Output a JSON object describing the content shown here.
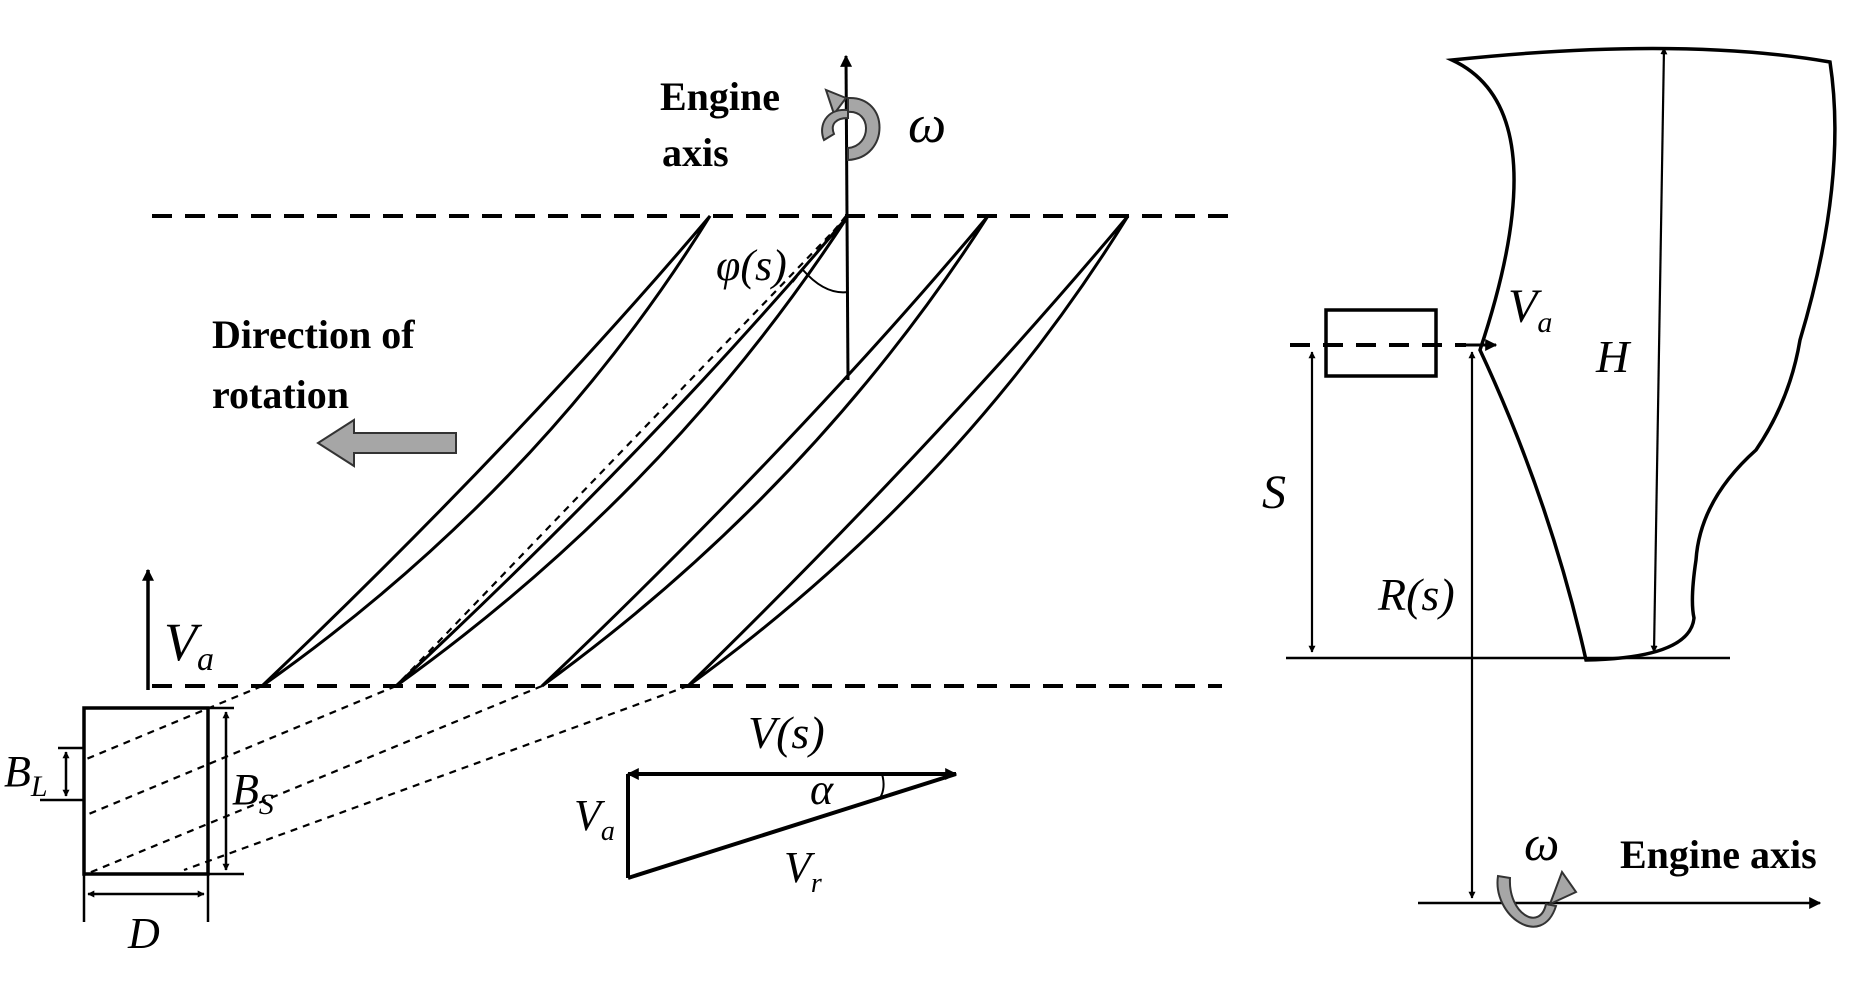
{
  "left_panel": {
    "engine_axis_label_1": "Engine",
    "engine_axis_label_2": "axis",
    "omega": "ω",
    "phi_label": "φ(s)",
    "direction_label_1": "Direction of",
    "direction_label_2": "rotation",
    "va_main": "V",
    "va_main_sub": "a",
    "bl": "B",
    "bl_sub": "L",
    "bs": "B",
    "bs_sub": "S",
    "d": "D",
    "vs_label": "V(s)",
    "alpha": "α",
    "va_triangle": "V",
    "va_triangle_sub": "a",
    "vr": "V",
    "vr_sub": "r"
  },
  "right_panel": {
    "va": "V",
    "va_sub": "a",
    "h": "H",
    "s": "S",
    "rs": "R(s)",
    "omega": "ω",
    "engine_axis_label": "Engine axis"
  },
  "colors": {
    "line": "#000000",
    "arrow_fill": "#a6a6a6"
  }
}
